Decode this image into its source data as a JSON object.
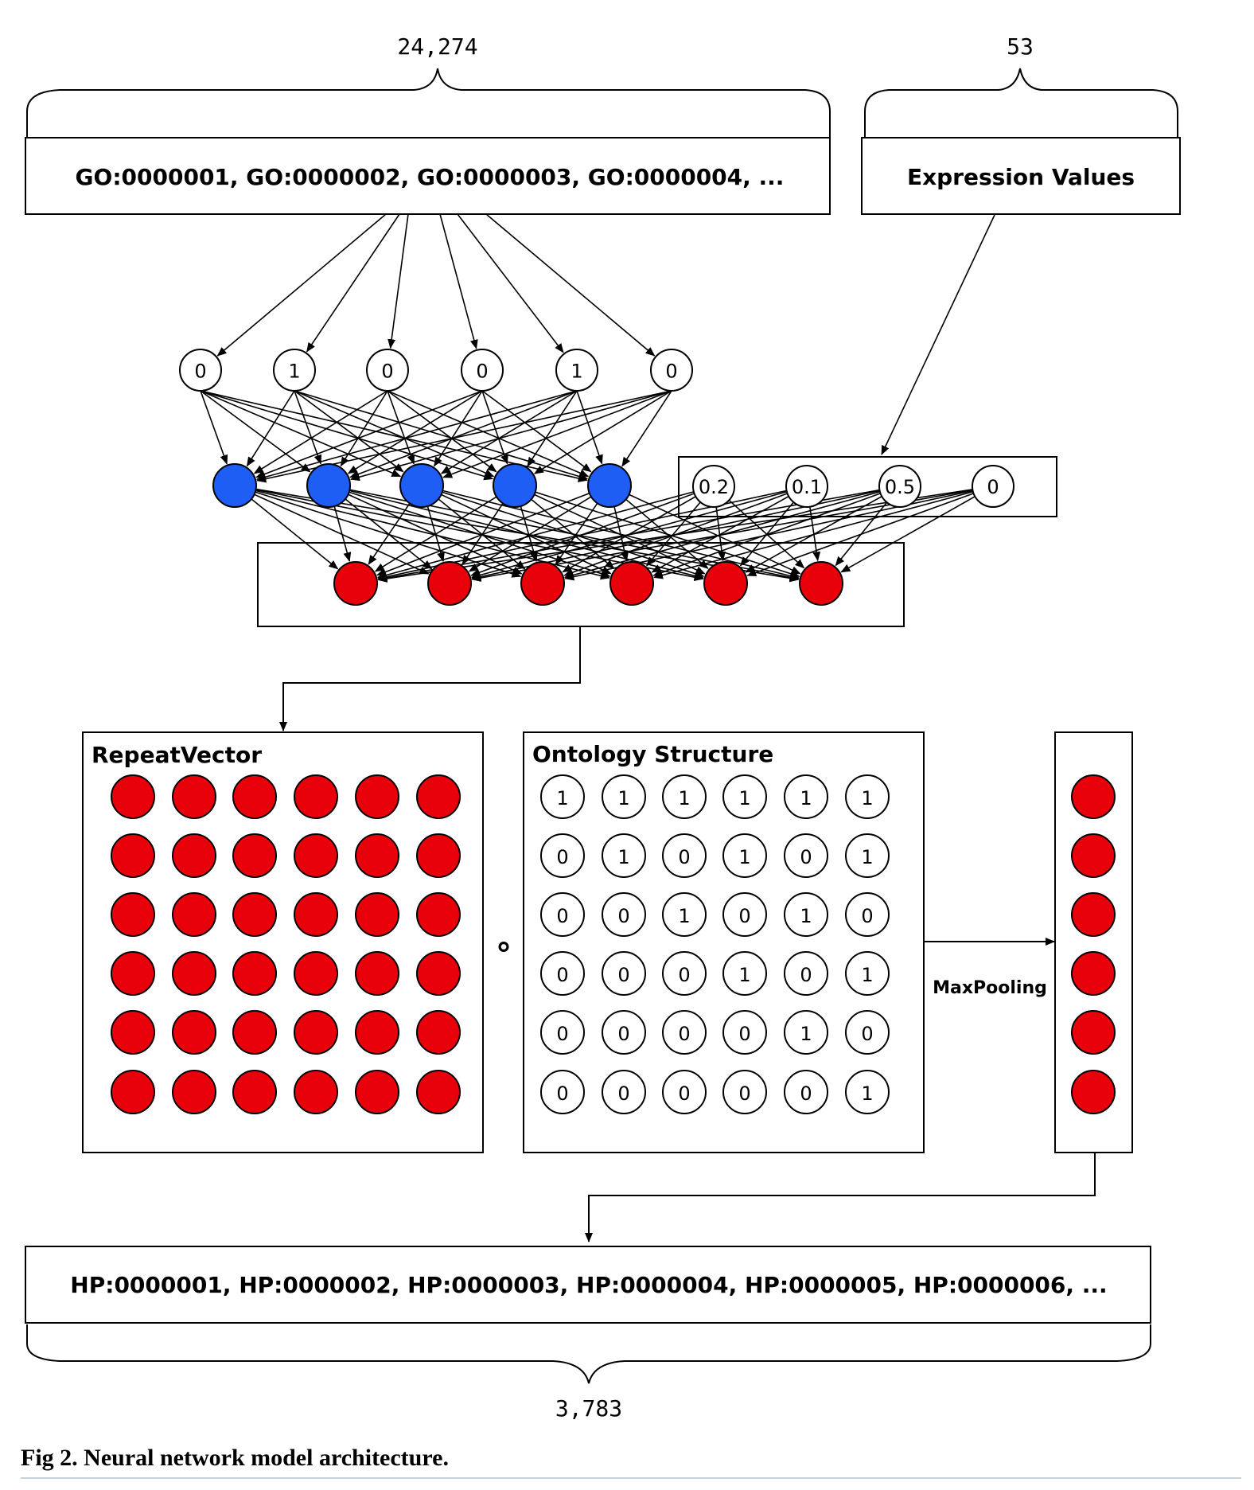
{
  "top_counts": {
    "go": "24,274",
    "expr": "53"
  },
  "go_box": "GO:0000001, GO:0000002, GO:0000003, GO:0000004, ...",
  "expr_box": "Expression Values",
  "go_input_nodes": [
    "0",
    "1",
    "0",
    "0",
    "1",
    "0"
  ],
  "expr_input_nodes": [
    "0.2",
    "0.1",
    "0.5",
    "0"
  ],
  "hidden_layer": {
    "count": 5,
    "color": "#1f5ef5"
  },
  "output_layer": {
    "count": 6,
    "color": "#e8000b"
  },
  "repeat_vector": {
    "title": "RepeatVector",
    "rows": 6,
    "cols": 6
  },
  "operator_symbol": "∘",
  "ontology_structure": {
    "title": "Ontology Structure",
    "matrix": [
      [
        "1",
        "1",
        "1",
        "1",
        "1",
        "1"
      ],
      [
        "0",
        "1",
        "0",
        "1",
        "0",
        "1"
      ],
      [
        "0",
        "0",
        "1",
        "0",
        "1",
        "0"
      ],
      [
        "0",
        "0",
        "0",
        "1",
        "0",
        "1"
      ],
      [
        "0",
        "0",
        "0",
        "0",
        "1",
        "0"
      ],
      [
        "0",
        "0",
        "0",
        "0",
        "0",
        "1"
      ]
    ]
  },
  "maxpooling_label": "MaxPooling",
  "pooled_output": {
    "count": 6
  },
  "hp_box": "HP:0000001, HP:0000002, HP:0000003, HP:0000004, HP:0000005, HP:0000006, ...",
  "bottom_count": "3,783",
  "caption": "Fig 2.  Neural network model architecture."
}
